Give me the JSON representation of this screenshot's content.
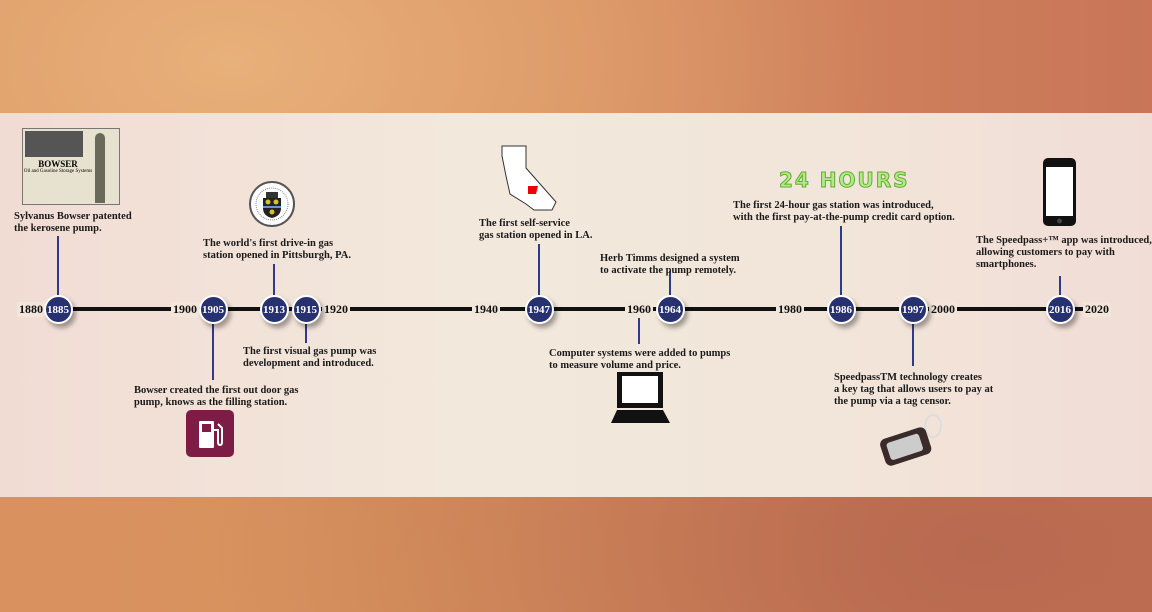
{
  "decades": [
    "1880",
    "1900",
    "1920",
    "1940",
    "1960",
    "1980",
    "2000",
    "2020"
  ],
  "events": [
    {
      "year": "1885",
      "text": [
        "Sylvanus Bowser patented",
        "the kerosene pump."
      ]
    },
    {
      "year": "1905",
      "text": [
        "Bowser created the first out door gas",
        "pump, knows as the filling station."
      ]
    },
    {
      "year": "1913",
      "text": [
        "The world's first drive-in gas",
        "station opened in Pittsburgh, PA."
      ]
    },
    {
      "year": "1915",
      "text": [
        "The first visual gas pump was",
        "development and introduced."
      ]
    },
    {
      "year": "1947",
      "text": [
        "The first self-service",
        "gas station opened in LA."
      ]
    },
    {
      "year": "1960",
      "text": [
        "Computer systems were added to pumps",
        "to measure volume and price."
      ]
    },
    {
      "year": "1964",
      "text": [
        "Herb Timms designed a system",
        "to activate the pump remotely."
      ]
    },
    {
      "year": "1986",
      "text": [
        "The first 24-hour gas station was introduced,",
        "with the first pay-at-the-pump credit card option."
      ]
    },
    {
      "year": "1997",
      "text": [
        "SpeedpassTM technology creates",
        "a key tag that allows users to pay at",
        "the pump via a tag censor."
      ]
    },
    {
      "year": "2016",
      "text": [
        "The Speedpass+™ app was introduced,",
        "allowing customers to pay with",
        "smartphones."
      ]
    }
  ],
  "ad": {
    "brand": "BOWSER",
    "subtitle": "Oil and Gasoline Storage Systems"
  },
  "hours_label": "24 HOURS"
}
